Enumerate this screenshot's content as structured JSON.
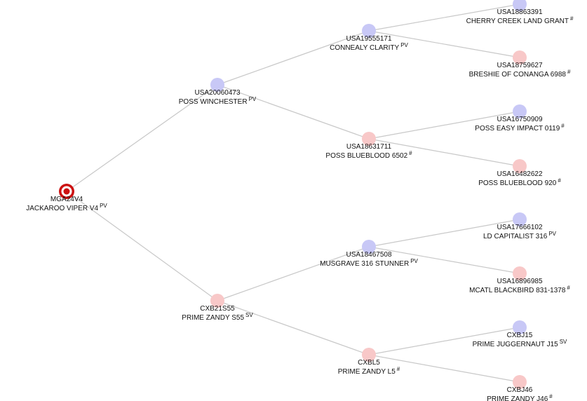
{
  "colors": {
    "male": "#c8c8f6",
    "female": "#f8c8c8",
    "subject_ring": "#cc1111",
    "edge": "#c8c8c8"
  },
  "subject": {
    "id": "MGA24V4",
    "name": "JACKAROO VIPER V4",
    "tag": "PV"
  },
  "nodes": [
    {
      "key": "sire",
      "id": "USA20060473",
      "name": "POSS WINCHESTER",
      "tag": "PV",
      "sex": "male"
    },
    {
      "key": "dam",
      "id": "CXB21S55",
      "name": "PRIME ZANDY S55",
      "tag": "SV",
      "sex": "female"
    },
    {
      "key": "ss",
      "id": "USA19555171",
      "name": "CONNEALY CLARITY",
      "tag": "PV",
      "sex": "male"
    },
    {
      "key": "sd",
      "id": "USA18631711",
      "name": "POSS BLUEBLOOD 6502",
      "tag": "#",
      "sex": "female"
    },
    {
      "key": "ds",
      "id": "USA18467508",
      "name": "MUSGRAVE 316 STUNNER",
      "tag": "PV",
      "sex": "male"
    },
    {
      "key": "dd",
      "id": "CXBL5",
      "name": "PRIME ZANDY L5",
      "tag": "#",
      "sex": "female"
    },
    {
      "key": "sss",
      "id": "USA18863391",
      "name": "CHERRY CREEK LAND GRANT",
      "tag": "#",
      "sex": "male"
    },
    {
      "key": "ssd",
      "id": "USA18759627",
      "name": "BRESHIE OF CONANGA 6988",
      "tag": "#",
      "sex": "female"
    },
    {
      "key": "sds",
      "id": "USA16750909",
      "name": "POSS EASY IMPACT 0119",
      "tag": "#",
      "sex": "male"
    },
    {
      "key": "sdd",
      "id": "USA16482622",
      "name": "POSS BLUEBLOOD 920",
      "tag": "#",
      "sex": "female"
    },
    {
      "key": "dss",
      "id": "USA17666102",
      "name": "LD CAPITALIST 316",
      "tag": "PV",
      "sex": "male"
    },
    {
      "key": "dsd",
      "id": "USA16896985",
      "name": "MCATL BLACKBIRD 831-1378",
      "tag": "#",
      "sex": "female"
    },
    {
      "key": "dds",
      "id": "CXBJ15",
      "name": "PRIME JUGGERNAUT J15",
      "tag": "SV",
      "sex": "male"
    },
    {
      "key": "ddd",
      "id": "CXBJ46",
      "name": "PRIME ZANDY J46",
      "tag": "#",
      "sex": "female"
    }
  ]
}
